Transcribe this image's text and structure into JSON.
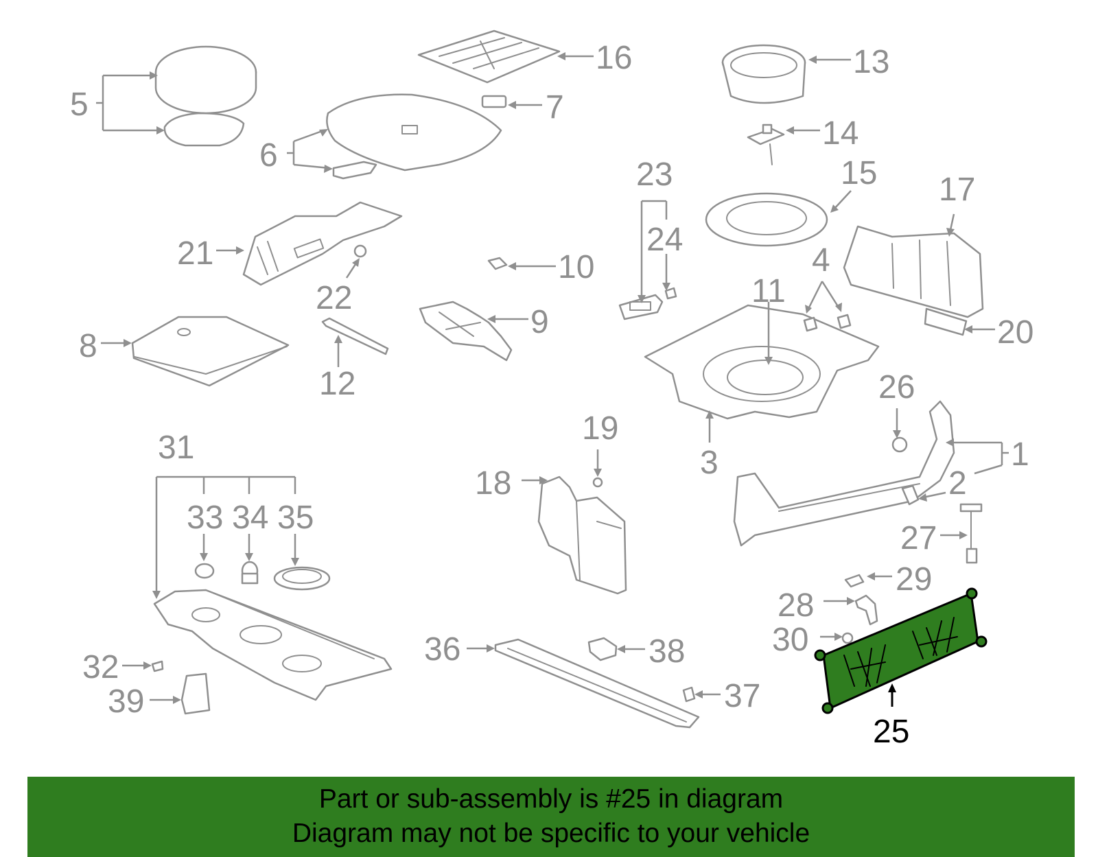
{
  "diagram": {
    "highlighted_part": "25",
    "highlight_color": "#2f7d1f",
    "part_color": "#8f8f8f",
    "callouts": [
      "1",
      "2",
      "3",
      "4",
      "5",
      "6",
      "7",
      "8",
      "9",
      "10",
      "11",
      "12",
      "13",
      "14",
      "15",
      "16",
      "17",
      "18",
      "19",
      "20",
      "21",
      "22",
      "23",
      "24",
      "25",
      "26",
      "27",
      "28",
      "29",
      "30",
      "31",
      "32",
      "33",
      "34",
      "35",
      "36",
      "37",
      "38",
      "39"
    ]
  },
  "banner": {
    "line1": "Part or sub-assembly is #25 in diagram",
    "line2": "Diagram may not be specific to your vehicle",
    "background": "#2f7d1f"
  }
}
